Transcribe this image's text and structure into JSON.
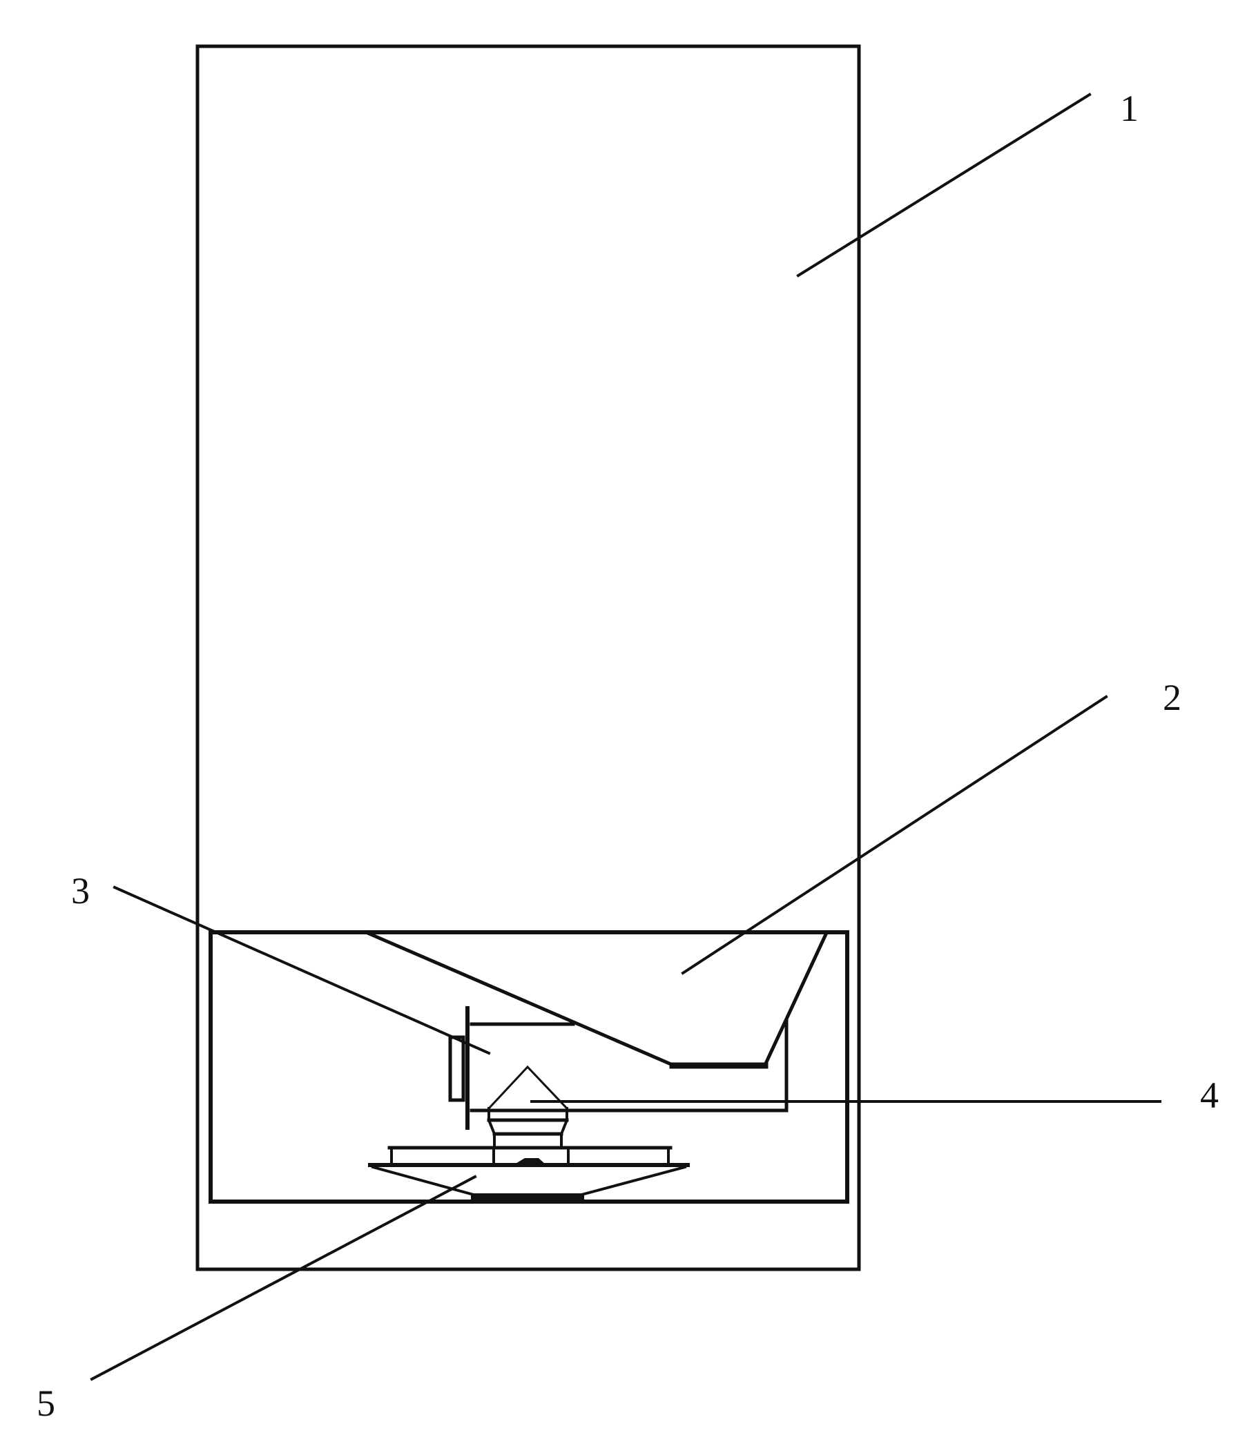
{
  "figure": {
    "labels": [
      "1",
      "2",
      "3",
      "4",
      "5"
    ],
    "stroke_color": "#111111",
    "background": "#ffffff"
  }
}
